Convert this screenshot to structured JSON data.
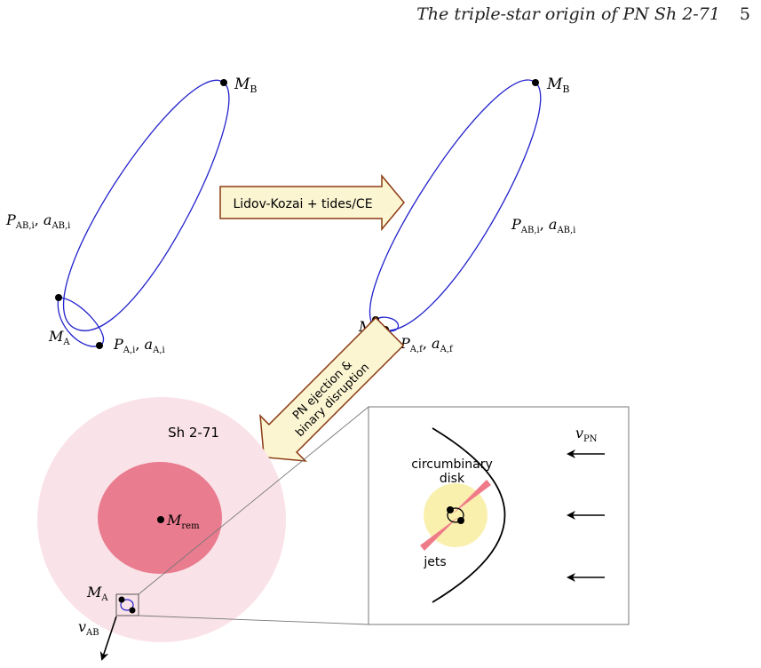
{
  "header": {
    "running_title": "The triple-star origin of PN Sh 2-71",
    "page_number": "5"
  },
  "panel_initial": {
    "mass_b": "M",
    "mass_b_sub": "B",
    "outer_orbit_label": "P",
    "outer_orbit_sub": "AB,i",
    "outer_orbit_a": "a",
    "outer_orbit_a_sub": "AB,i",
    "mass_a": "M",
    "mass_a_sub": "A",
    "inner_orbit_label": "P",
    "inner_orbit_sub": "A,i",
    "inner_orbit_a": "a",
    "inner_orbit_a_sub": "A,i"
  },
  "arrow_evolution": {
    "label": "Lidov-Kozai + tides/CE"
  },
  "panel_final": {
    "mass_b": "M",
    "mass_b_sub": "B",
    "outer_orbit_label": "P",
    "outer_orbit_sub": "AB,i",
    "outer_orbit_a": "a",
    "outer_orbit_a_sub": "AB,i",
    "mass_a": "M",
    "mass_a_sub": "A",
    "inner_orbit_label": "P",
    "inner_orbit_sub": "A,f",
    "inner_orbit_a": "a",
    "inner_orbit_a_sub": "A,f"
  },
  "arrow_ejection": {
    "line1": "PN ejection &",
    "line2": "binary disruption"
  },
  "nebula": {
    "name": "Sh 2-71",
    "remnant": "M",
    "remnant_sub": "rem",
    "mass_a": "M",
    "mass_a_sub": "A",
    "velocity": "v",
    "velocity_sub": "AB"
  },
  "inset": {
    "disk_label_line1": "circumbinary",
    "disk_label_line2": "disk",
    "jets_label": "jets",
    "wind_velocity": "v",
    "wind_velocity_sub": "PN"
  },
  "colors": {
    "orbit": "#2222cc",
    "arrow_fill": "#fbf5d2",
    "arrow_stroke": "#8b3a12",
    "nebula_outer": "#fae3e8",
    "nebula_inner": "#e97c8f",
    "disk": "#faf0ae",
    "jets": "#ef7a88"
  }
}
